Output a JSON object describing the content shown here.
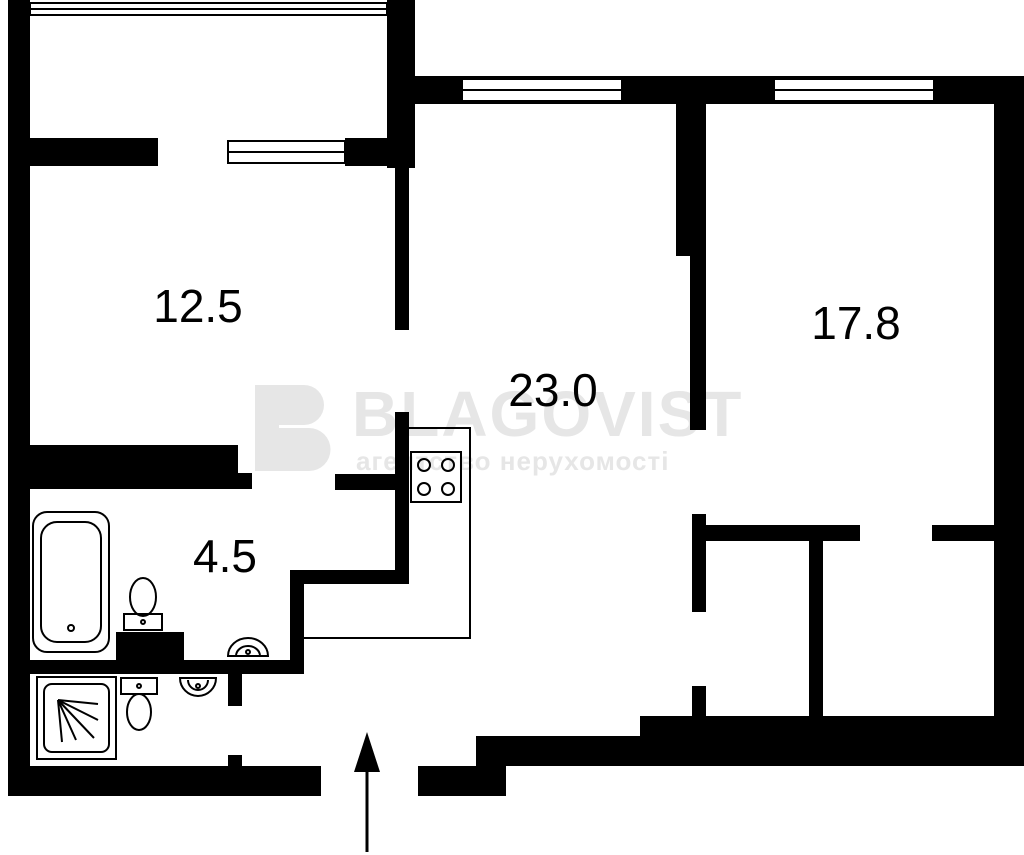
{
  "rooms": [
    {
      "id": "room-left",
      "area": "12.5"
    },
    {
      "id": "living-kitchen",
      "area": "23.0"
    },
    {
      "id": "room-right",
      "area": "17.8"
    },
    {
      "id": "bathroom",
      "area": "4.5"
    }
  ],
  "watermark": {
    "brand": "BLAGOVIST",
    "tagline": "агентство нерухомості"
  },
  "colors": {
    "wall": "#000000",
    "background": "#ffffff",
    "watermark": "#e6e6e6"
  }
}
